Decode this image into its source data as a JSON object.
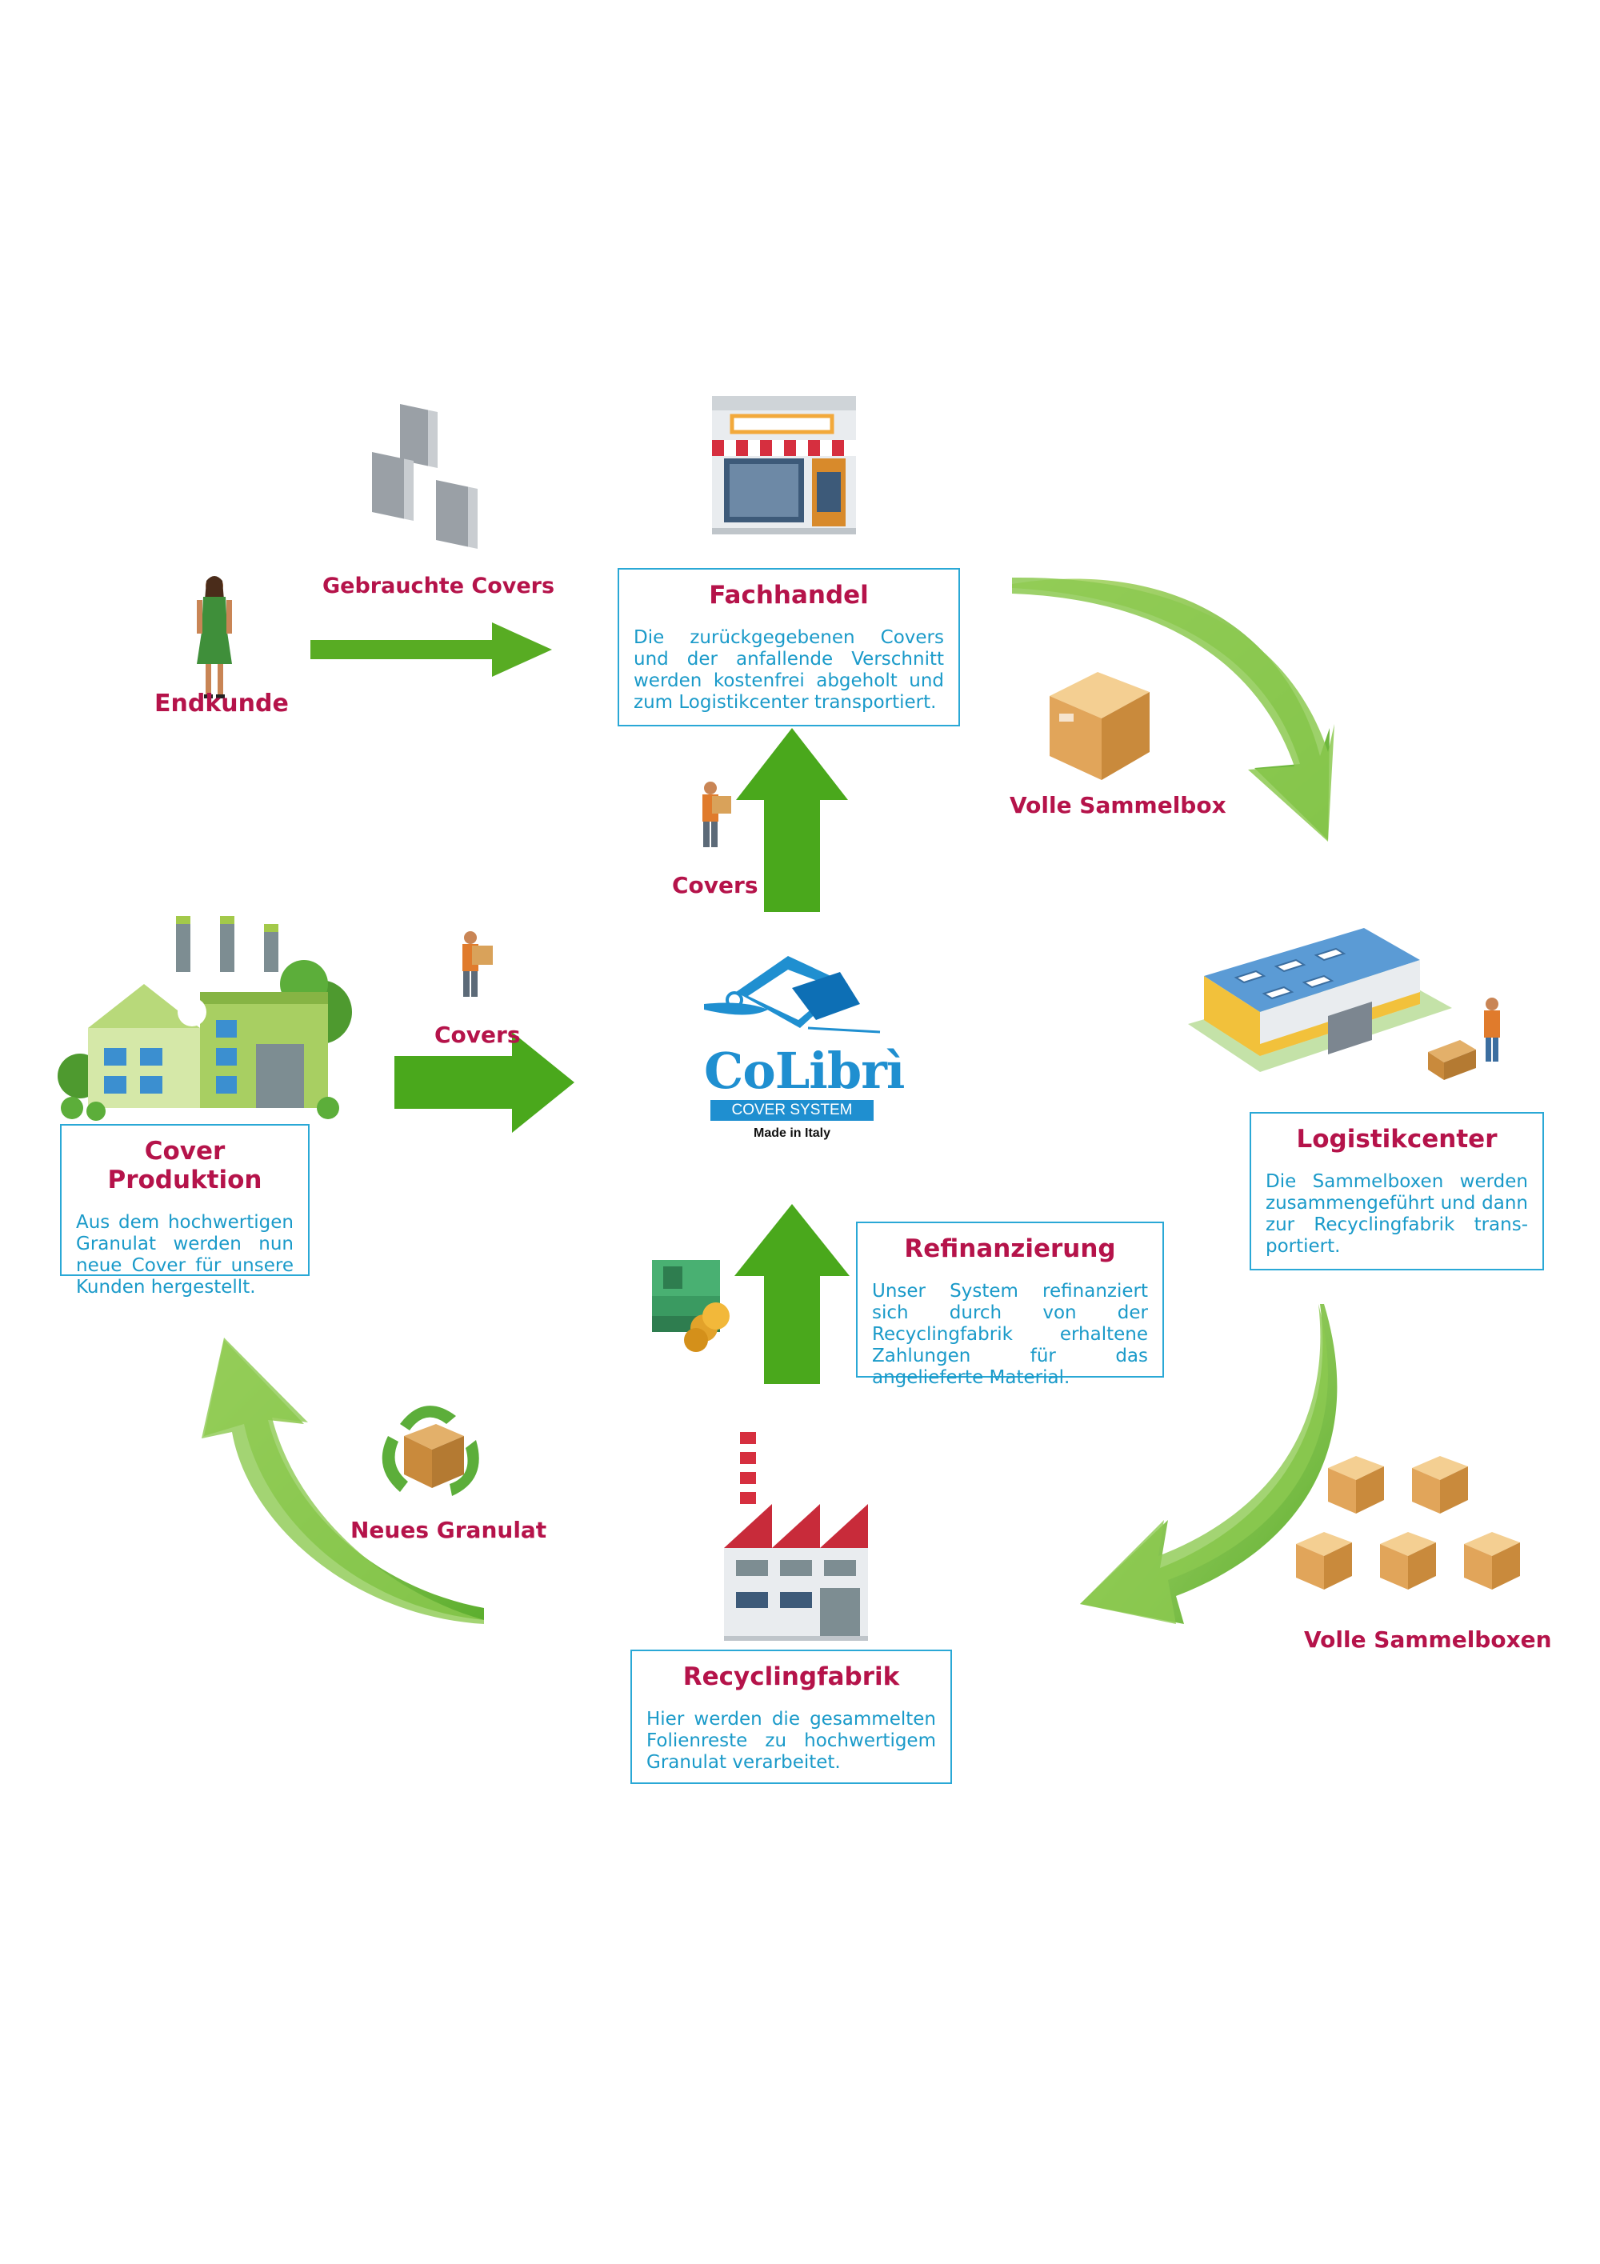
{
  "colors": {
    "accent_text": "#b5134a",
    "body_text": "#1a9ac9",
    "box_border": "#2aa8d6",
    "arrow_green": "#6fbf3a"
  },
  "logo": {
    "name": "CoLibrì",
    "subtitle": "COVER SYSTEM",
    "tagline": "Made in Italy"
  },
  "labels": {
    "endkunde": "Endkunde",
    "gebrauchte_covers": "Gebrauchte Covers",
    "volle_sammelbox": "Volle Sammelbox",
    "covers_top": "Covers",
    "covers_left": "Covers",
    "volle_sammelboxen": "Volle Sammelboxen",
    "neues_granulat": "Neues Granulat"
  },
  "boxes": {
    "fachhandel": {
      "title": "Fachhandel",
      "body": "Die zurückgegebenen Covers und der anfallende Verschnitt werden kostenfrei abgeholt und zum Logistikcenter transportiert."
    },
    "logistikcenter": {
      "title": "Logistikcenter",
      "body": "Die Sammelboxen werden zusammengeführt und dann zur Recyclingfabrik trans-portiert."
    },
    "cover_produktion": {
      "title": "Cover Produktion",
      "body": "Aus dem hochwertigen Granulat werden nun neue Cover für unsere Kunden hergestellt."
    },
    "refinanzierung": {
      "title": "Refinanzierung",
      "body": "Unser System refinanziert sich durch von der Recyclingfabrik erhaltene Zahlungen für das angelieferte Material."
    },
    "recyclingfabrik": {
      "title": "Recyclingfabrik",
      "body": "Hier werden die gesammelten Folienreste zu hochwertigem Granulat verarbeitet."
    }
  },
  "icons": {
    "woman": "woman-icon",
    "covers_stack": "covers-stack-icon",
    "shop": "shop-icon",
    "box": "cardboard-box-icon",
    "warehouse": "warehouse-icon",
    "factory_green": "green-factory-icon",
    "delivery_person": "delivery-person-icon",
    "money": "money-icon",
    "recycling_box": "recycling-box-icon",
    "recycling_factory": "recycling-factory-icon"
  }
}
